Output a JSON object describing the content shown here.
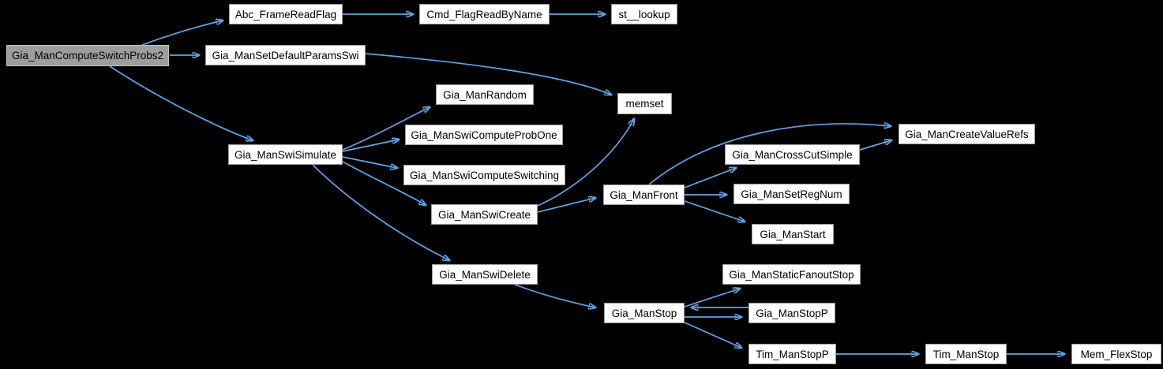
{
  "graph": {
    "type": "call-graph",
    "background_color": "#000000",
    "edge_color": "#5ba7e8",
    "node_fill": "#ffffff",
    "node_border": "#9b9b9b",
    "current_node_fill": "#9d9d9d",
    "nodes": [
      {
        "id": "Gia_ManComputeSwitchProbs2",
        "label": "Gia_ManComputeSwitchProbs2",
        "current": true
      },
      {
        "id": "Abc_FrameReadFlag",
        "label": "Abc_FrameReadFlag"
      },
      {
        "id": "Cmd_FlagReadByName",
        "label": "Cmd_FlagReadByName"
      },
      {
        "id": "st__lookup",
        "label": "st__lookup"
      },
      {
        "id": "Gia_ManSetDefaultParamsSwi",
        "label": "Gia_ManSetDefaultParamsSwi"
      },
      {
        "id": "memset",
        "label": "memset"
      },
      {
        "id": "Gia_ManRandom",
        "label": "Gia_ManRandom"
      },
      {
        "id": "Gia_ManSwiSimulate",
        "label": "Gia_ManSwiSimulate"
      },
      {
        "id": "Gia_ManSwiComputeProbOne",
        "label": "Gia_ManSwiComputeProbOne"
      },
      {
        "id": "Gia_ManSwiComputeSwitching",
        "label": "Gia_ManSwiComputeSwitching"
      },
      {
        "id": "Gia_ManSwiCreate",
        "label": "Gia_ManSwiCreate"
      },
      {
        "id": "Gia_ManSwiDelete",
        "label": "Gia_ManSwiDelete"
      },
      {
        "id": "Gia_ManFront",
        "label": "Gia_ManFront"
      },
      {
        "id": "Gia_ManCrossCutSimple",
        "label": "Gia_ManCrossCutSimple"
      },
      {
        "id": "Gia_ManCreateValueRefs",
        "label": "Gia_ManCreateValueRefs"
      },
      {
        "id": "Gia_ManSetRegNum",
        "label": "Gia_ManSetRegNum"
      },
      {
        "id": "Gia_ManStart",
        "label": "Gia_ManStart"
      },
      {
        "id": "Gia_ManStaticFanoutStop",
        "label": "Gia_ManStaticFanoutStop"
      },
      {
        "id": "Gia_ManStop",
        "label": "Gia_ManStop"
      },
      {
        "id": "Gia_ManStopP",
        "label": "Gia_ManStopP"
      },
      {
        "id": "Tim_ManStopP",
        "label": "Tim_ManStopP"
      },
      {
        "id": "Tim_ManStop",
        "label": "Tim_ManStop"
      },
      {
        "id": "Mem_FlexStop",
        "label": "Mem_FlexStop"
      }
    ],
    "edges": [
      {
        "from": "Gia_ManComputeSwitchProbs2",
        "to": "Abc_FrameReadFlag"
      },
      {
        "from": "Gia_ManComputeSwitchProbs2",
        "to": "Gia_ManSetDefaultParamsSwi"
      },
      {
        "from": "Gia_ManComputeSwitchProbs2",
        "to": "Gia_ManSwiSimulate"
      },
      {
        "from": "Abc_FrameReadFlag",
        "to": "Cmd_FlagReadByName"
      },
      {
        "from": "Cmd_FlagReadByName",
        "to": "st__lookup"
      },
      {
        "from": "Gia_ManSetDefaultParamsSwi",
        "to": "memset"
      },
      {
        "from": "Gia_ManSwiSimulate",
        "to": "Gia_ManRandom"
      },
      {
        "from": "Gia_ManSwiSimulate",
        "to": "Gia_ManSwiComputeProbOne"
      },
      {
        "from": "Gia_ManSwiSimulate",
        "to": "Gia_ManSwiComputeSwitching"
      },
      {
        "from": "Gia_ManSwiSimulate",
        "to": "Gia_ManSwiCreate"
      },
      {
        "from": "Gia_ManSwiSimulate",
        "to": "Gia_ManSwiDelete"
      },
      {
        "from": "Gia_ManSwiCreate",
        "to": "memset"
      },
      {
        "from": "Gia_ManSwiCreate",
        "to": "Gia_ManFront"
      },
      {
        "from": "Gia_ManFront",
        "to": "Gia_ManCreateValueRefs"
      },
      {
        "from": "Gia_ManCrossCutSimple",
        "to": "Gia_ManCreateValueRefs"
      },
      {
        "from": "Gia_ManFront",
        "to": "Gia_ManCrossCutSimple"
      },
      {
        "from": "Gia_ManFront",
        "to": "Gia_ManSetRegNum"
      },
      {
        "from": "Gia_ManFront",
        "to": "Gia_ManStart"
      },
      {
        "from": "Gia_ManSwiDelete",
        "to": "Gia_ManStop"
      },
      {
        "from": "Gia_ManStop",
        "to": "Gia_ManStaticFanoutStop"
      },
      {
        "from": "Gia_ManStopP",
        "to": "Gia_ManStop"
      },
      {
        "from": "Gia_ManStop",
        "to": "Gia_ManStopP"
      },
      {
        "from": "Gia_ManStop",
        "to": "Tim_ManStopP"
      },
      {
        "from": "Tim_ManStopP",
        "to": "Tim_ManStop"
      },
      {
        "from": "Tim_ManStop",
        "to": "Mem_FlexStop"
      }
    ]
  }
}
